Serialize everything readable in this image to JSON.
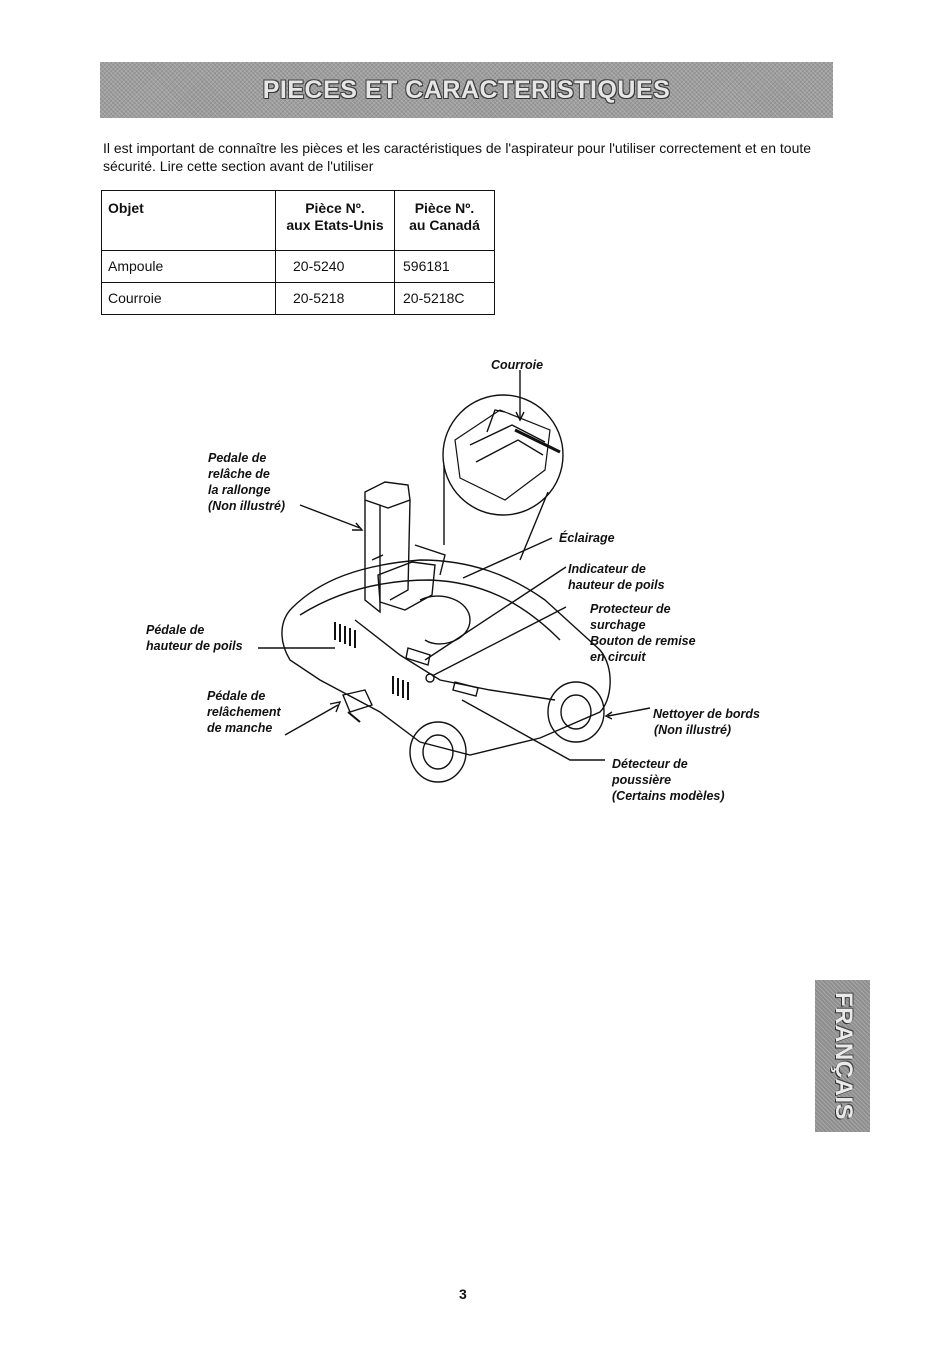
{
  "header": {
    "title": "PIECES ET CARACTERISTIQUES"
  },
  "intro": "Il est important de connaître les pièces et les caractéristiques de l'aspirateur pour l'utiliser correctement et en toute sécurité.  Lire cette section avant de l'utiliser",
  "table": {
    "headers": [
      {
        "line1": "Objet",
        "line2": ""
      },
      {
        "line1": "Pièce Nº.",
        "line2": "aux Etats-Unis"
      },
      {
        "line1": "Pièce Nº.",
        "line2": "au Canadá"
      }
    ],
    "rows": [
      {
        "objet": "Ampoule",
        "us": "20-5240",
        "ca": "596181"
      },
      {
        "objet": "Courroie",
        "us": "20-5218",
        "ca": "20-5218C"
      }
    ]
  },
  "callouts": {
    "courroie": "Courroie",
    "pedale_rallonge": [
      "Pedale de",
      "relâche de",
      "la rallonge",
      "(Non illustré)"
    ],
    "eclairage": "Éclairage",
    "indicateur": [
      "Indicateur de",
      "hauteur de poils"
    ],
    "pedale_hauteur": [
      "Pédale de",
      "hauteur de poils"
    ],
    "protecteur": [
      "Protecteur de",
      "surchage",
      "Bouton de remise",
      "en circuit"
    ],
    "pedale_manche": [
      "Pédale de",
      "relâchement",
      "de manche"
    ],
    "nettoyer": [
      "Nettoyer de bords",
      "(Non illustré)"
    ],
    "detecteur": [
      "Détecteur de",
      "poussière",
      "(Certains modèles)"
    ]
  },
  "side_tab": "FRANÇAIS",
  "page_number": "3"
}
